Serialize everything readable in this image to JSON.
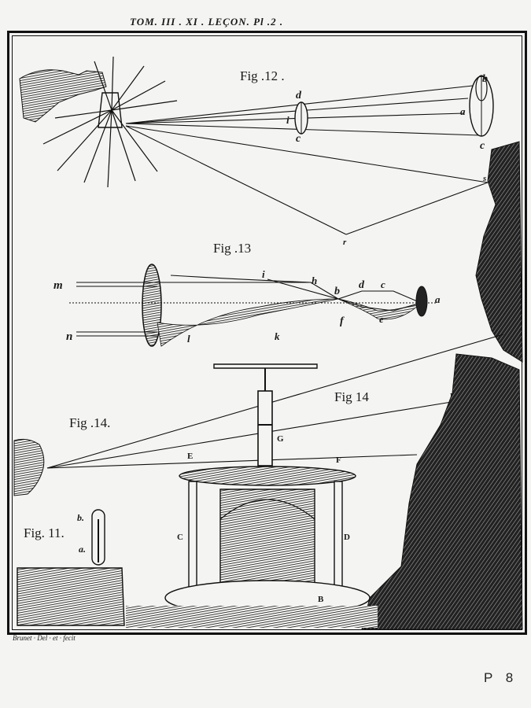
{
  "plate": {
    "header": "TOM. III . XI . LEÇON. Pl .2 .",
    "engraver_credit": "Brunet · Del · et · fecit",
    "page_number": "P 8"
  },
  "figures": {
    "fig12": {
      "title": "Fig .12 .",
      "labels": [
        "d",
        "i",
        "c",
        "b",
        "a",
        "c",
        "s",
        "r"
      ]
    },
    "fig13": {
      "title": "Fig .13",
      "labels": [
        "m",
        "n",
        "i",
        "h",
        "b",
        "d",
        "c",
        "a",
        "f",
        "e",
        "k",
        "l"
      ]
    },
    "fig14_left": {
      "title": "Fig .14."
    },
    "fig14_right": {
      "title": "Fig 14",
      "labels": [
        "E",
        "F",
        "G",
        "C",
        "D",
        "B",
        "P"
      ]
    },
    "fig11": {
      "title": "Fig. 11.",
      "labels": [
        "b.",
        "a."
      ]
    }
  }
}
